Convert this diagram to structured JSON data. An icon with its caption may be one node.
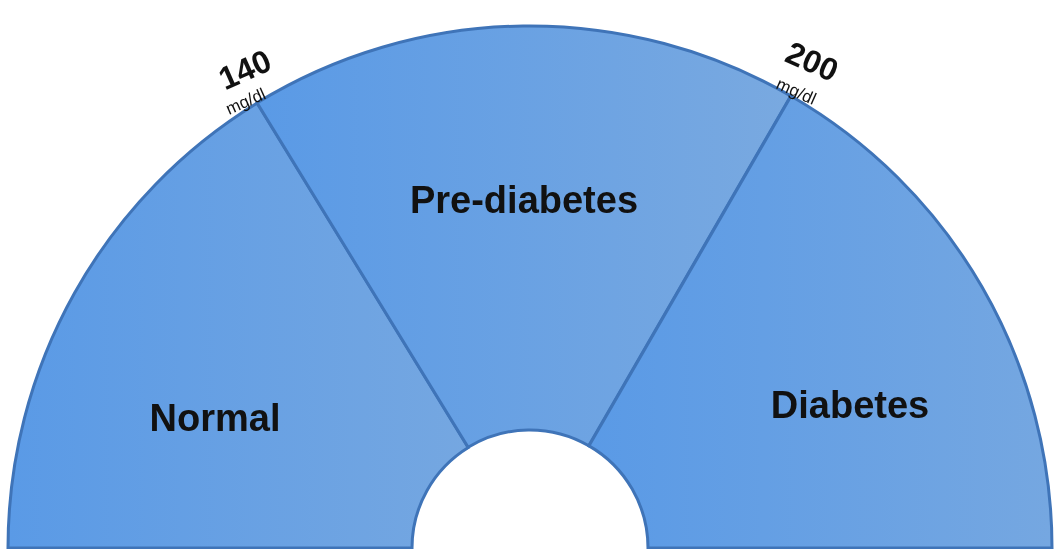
{
  "diagram": {
    "nodes": [
      {
        "text": [
          "Normal"
        ]
      },
      {
        "text": [
          "Pre-diabetes"
        ]
      },
      {
        "text": [
          "Diabetes"
        ]
      }
    ],
    "labels": [
      "140",
      "mg/dl",
      "200",
      "mg/dl"
    ]
  }
}
